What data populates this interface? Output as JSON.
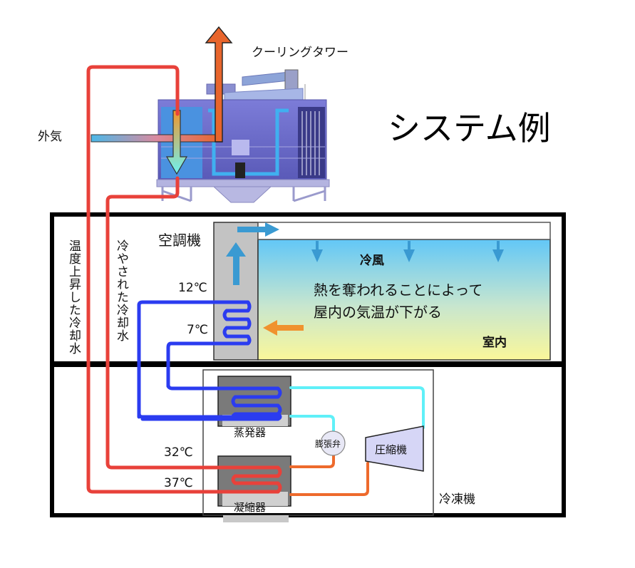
{
  "title": "システム例",
  "labels": {
    "cooling_tower": "クーリングタワー",
    "outside_air": "外気",
    "air_conditioner": "空調機",
    "warmed_cooling_water": "温度上昇した冷却水",
    "chilled_cooling_water": "冷やされた冷却水",
    "cold_air": "冷風",
    "room_message_line1": "熱を奪われることによって",
    "room_message_line2": "屋内の気温が下がる",
    "room": "室内",
    "evaporator": "蒸発器",
    "condenser": "凝縮器",
    "expansion_valve": "膨張弁",
    "compressor": "圧縮機",
    "chiller": "冷凍機"
  },
  "temperatures": {
    "ahu_return": "12℃",
    "ahu_supply": "7℃",
    "condenser_in": "32℃",
    "condenser_out": "37℃"
  },
  "colors": {
    "hot_water": "#e8413a",
    "chilled_water": "#2b3cf0",
    "refrigerant_cold": "#5ff0f8",
    "refrigerant_hot": "#ee6a2c",
    "air_arrow": "#3a9ad2",
    "warm_air_arrow": "#f0922e",
    "room_top": "#62c7f7",
    "room_bottom": "#faf79a",
    "unit_gray": "#c3c3c3",
    "coil_box": "#7a7a7a",
    "exhaust_arrow": "#e8652c",
    "tower_body": "#6f6fc8"
  }
}
